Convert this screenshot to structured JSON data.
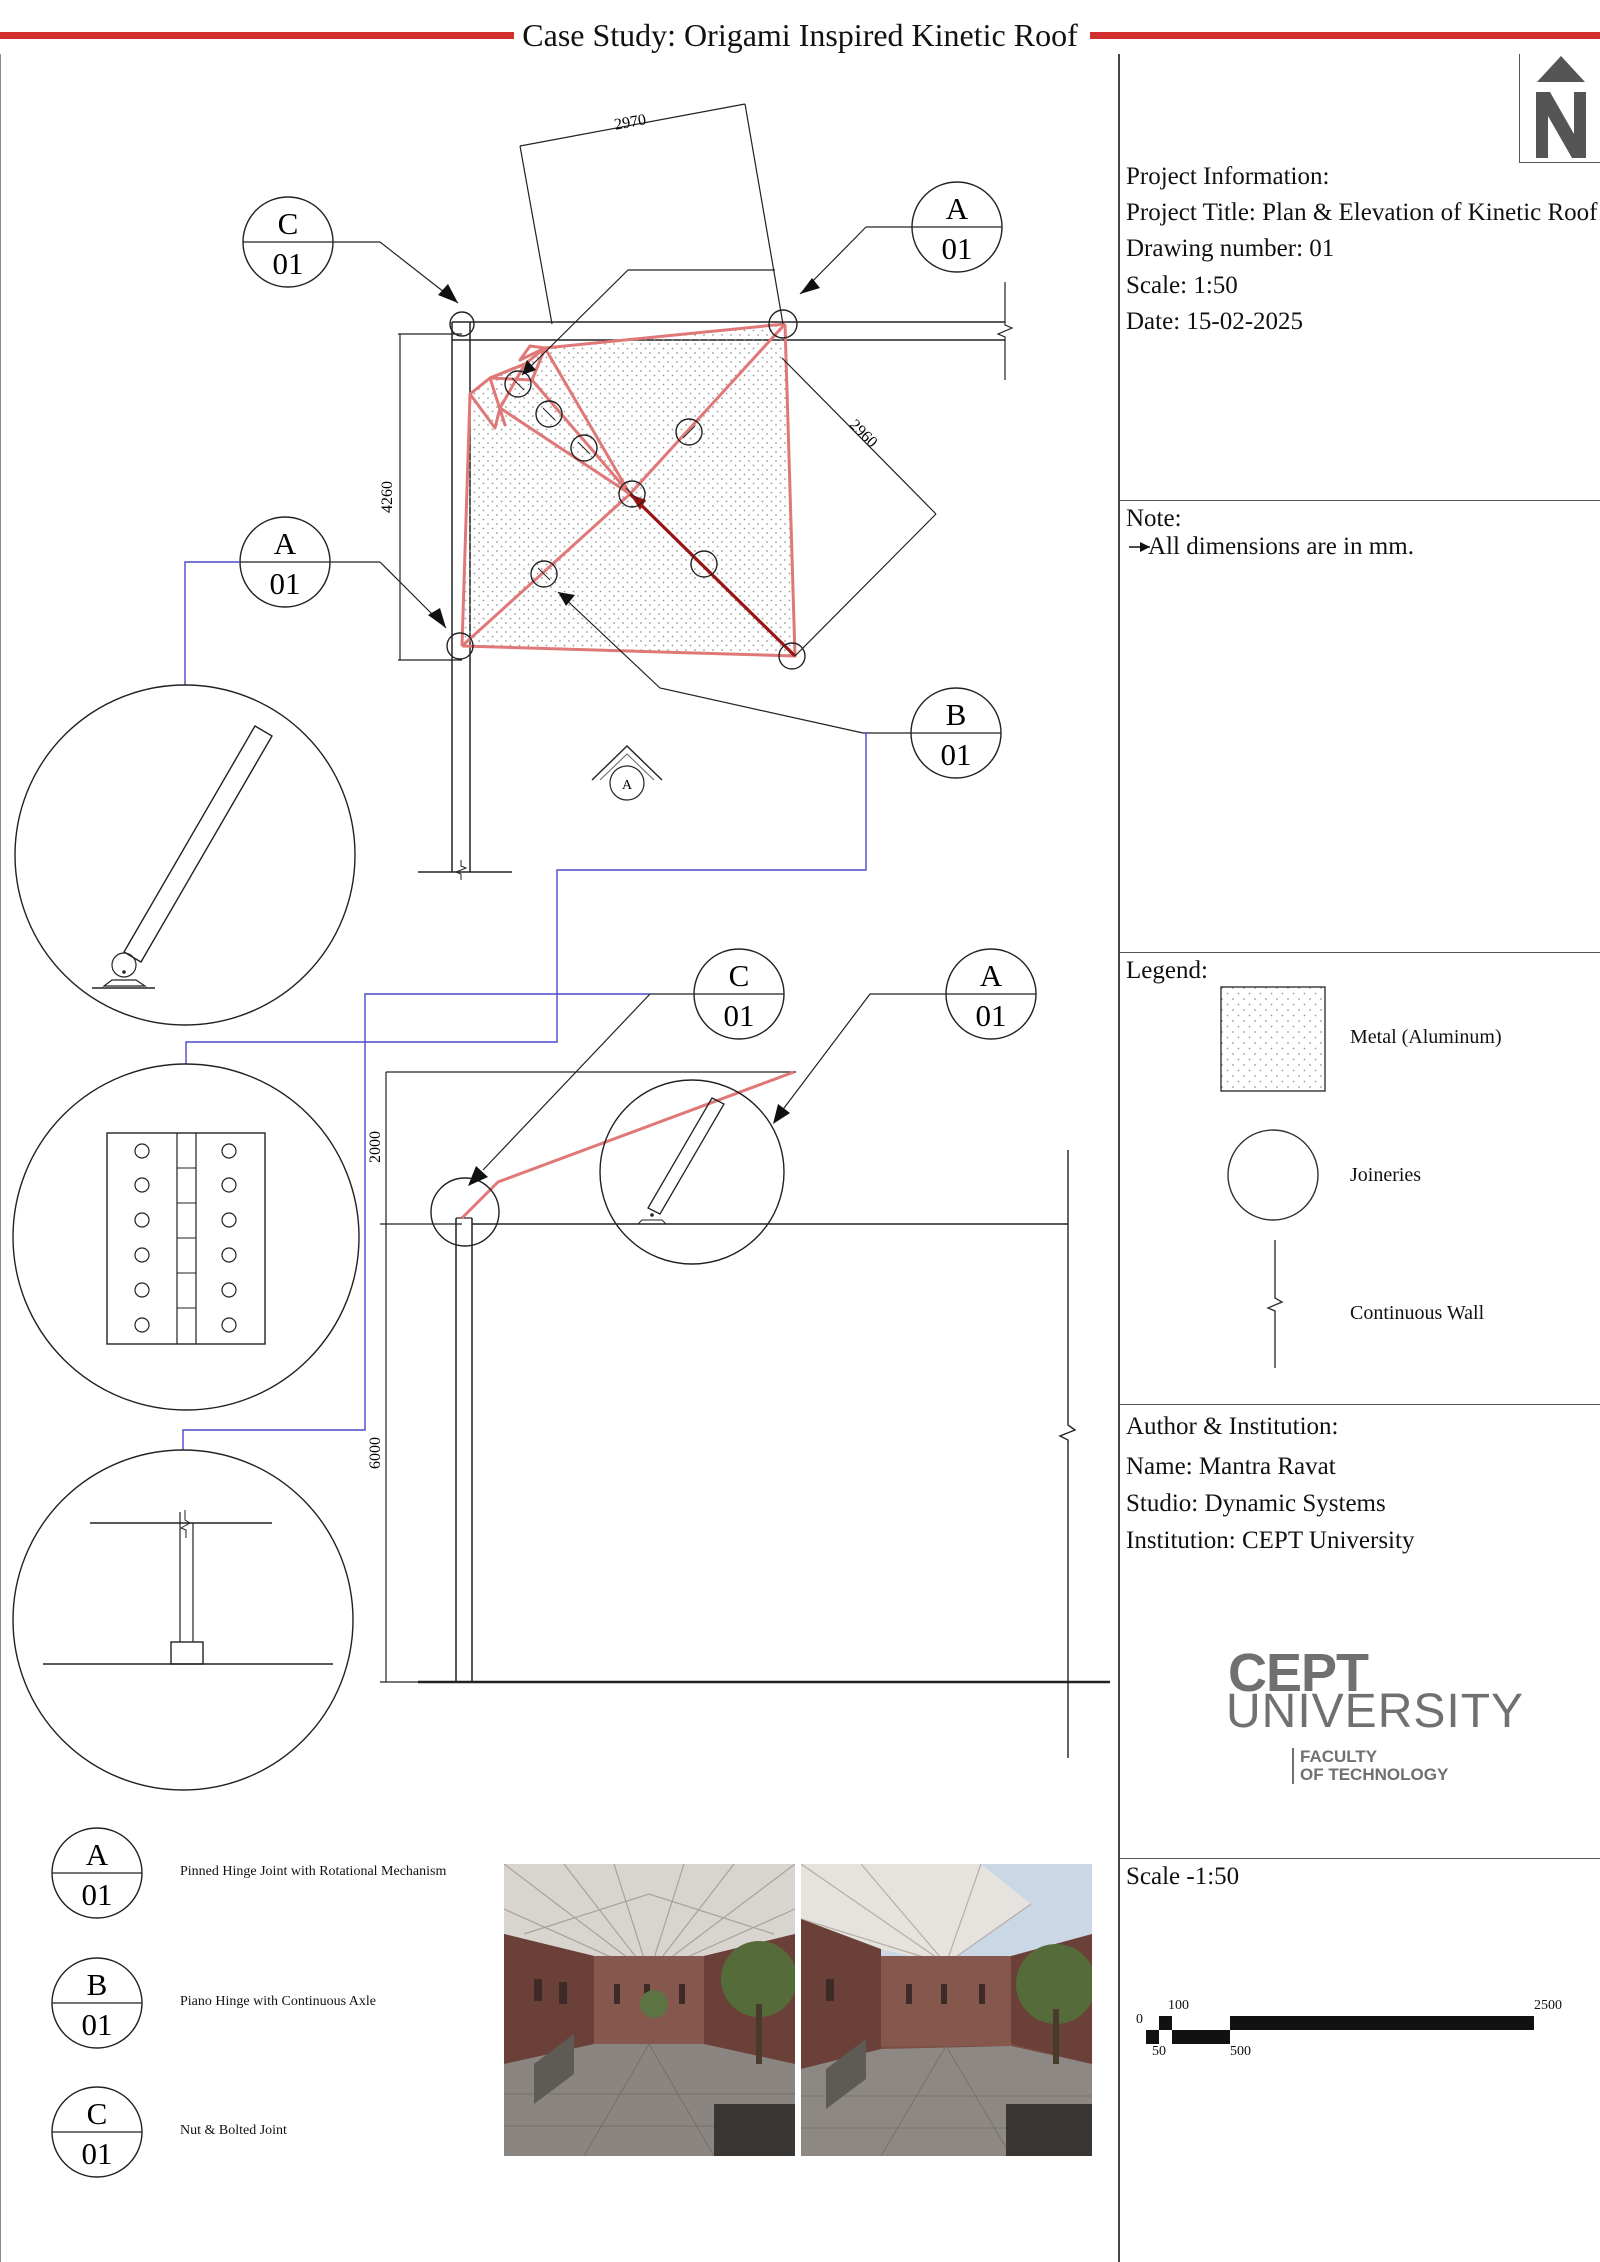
{
  "title": "Case Study: Origami Inspired Kinetic Roof",
  "colors": {
    "accent_red": "#d32f2f",
    "roof_outline": "#e07878",
    "roof_fill": "#f6e4e4",
    "leader_blue": "#4a4acb",
    "ink": "#111111"
  },
  "project_info": {
    "heading": "Project Information:",
    "title": "Project Title: Plan & Elevation of Kinetic Roof",
    "drawing_number": "Drawing number: 01",
    "scale": "Scale: 1:50",
    "date": "Date: 15-02-2025"
  },
  "note": {
    "heading": "Note:",
    "text": "All dimensions are in mm."
  },
  "legend": {
    "heading": "Legend:",
    "items": [
      "Metal (Aluminum)",
      "Joineries",
      "Continuous Wall"
    ]
  },
  "author": {
    "heading": "Author & Institution:",
    "name": "Name: Mantra Ravat",
    "studio": "Studio: Dynamic Systems",
    "institution": "Institution: CEPT University"
  },
  "logo": {
    "line1": "CEPT",
    "line2": "UNIVERSITY",
    "line3": "FACULTY",
    "line4": "OF TECHNOLOGY"
  },
  "scale_bar": {
    "heading": "Scale -1:50",
    "labels": [
      "0",
      "50",
      "100",
      "500",
      "2500"
    ]
  },
  "dimensions": {
    "plan_top": "2970",
    "plan_diagonal": "2960",
    "plan_left": "4260",
    "elev_roof": "2000",
    "elev_height": "6000"
  },
  "callouts": {
    "sheet": "01",
    "plan_c": "C",
    "plan_a_top": "A",
    "plan_a_left": "A",
    "plan_b": "B",
    "elev_c": "C",
    "elev_a": "A",
    "section_marker": "A"
  },
  "joint_key": [
    {
      "letter": "A",
      "sheet": "01",
      "label": "Pinned Hinge Joint with Rotational Mechanism"
    },
    {
      "letter": "B",
      "sheet": "01",
      "label": "Piano Hinge with Continuous Axle"
    },
    {
      "letter": "C",
      "sheet": "01",
      "label": "Nut & Bolted Joint"
    }
  ],
  "icons": [
    "north-arrow-icon",
    "section-marker-icon",
    "break-line-icon"
  ]
}
